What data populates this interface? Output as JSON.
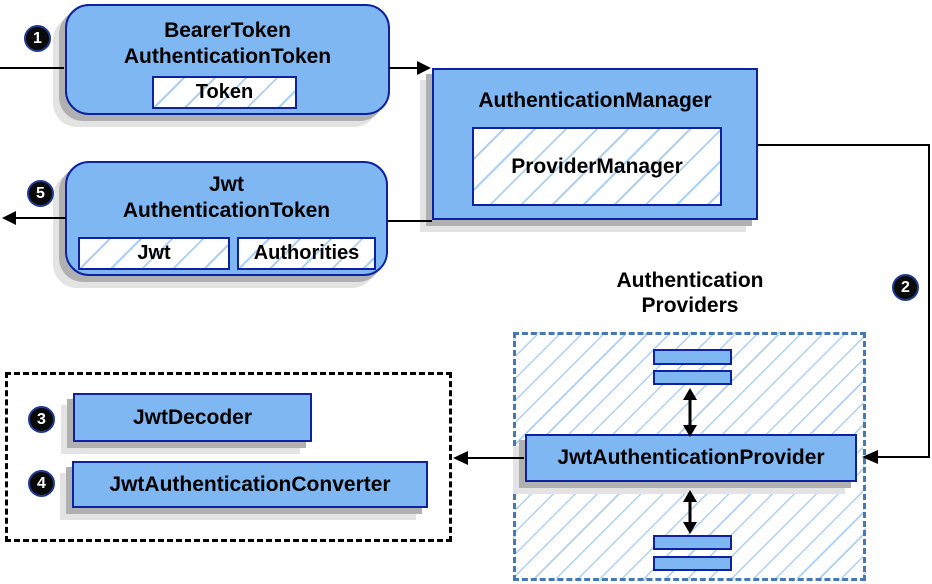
{
  "colors": {
    "node_fill": "#7eb7f2",
    "node_border": "#0d21a1",
    "hatch_line": "#abd0f3",
    "providers_dash_border": "#4679b4",
    "decoder_dash_border": "#000000",
    "shadow_dark": "#b0b0b0",
    "shadow_light": "#e3e3e3",
    "connector": "#000000",
    "badge_bg": "#0a0a0a",
    "badge_text": "#ffffff"
  },
  "badges": {
    "step1": "1",
    "step2": "2",
    "step3": "3",
    "step4": "4",
    "step5": "5"
  },
  "nodes": {
    "bearer_token": {
      "title_line1": "BearerToken",
      "title_line2": "AuthenticationToken",
      "field": "Token"
    },
    "authentication_manager": {
      "title": "AuthenticationManager",
      "field": "ProviderManager"
    },
    "jwt_authentication_token": {
      "title_line1": "Jwt",
      "title_line2": "AuthenticationToken",
      "field_left": "Jwt",
      "field_right": "Authorities"
    },
    "jwt_authentication_provider": {
      "title": "JwtAuthenticationProvider"
    },
    "jwt_decoder": {
      "title": "JwtDecoder"
    },
    "jwt_authentication_converter": {
      "title": "JwtAuthenticationConverter"
    }
  },
  "groups": {
    "authentication_providers": {
      "label_line1": "Authentication",
      "label_line2": "Providers"
    }
  }
}
